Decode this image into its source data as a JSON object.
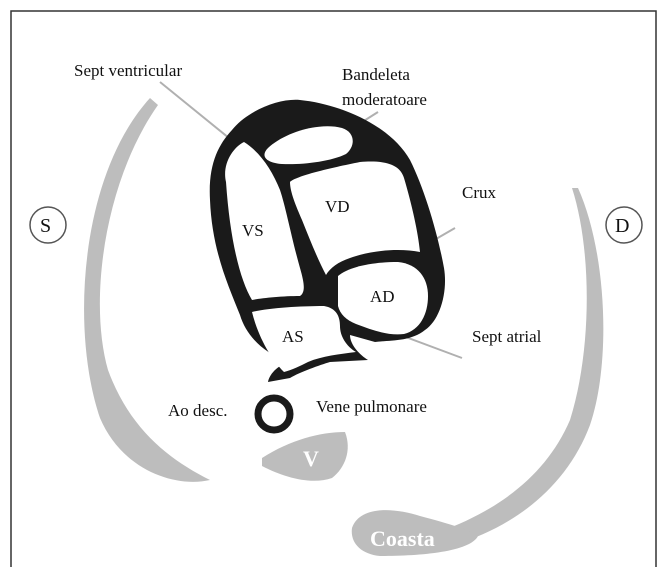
{
  "labels": {
    "sept_ventricular": "Sept ventricular",
    "bandeleta_line1": "Bandeleta",
    "bandeleta_line2": "moderatoare",
    "crux": "Crux",
    "sept_atrial": "Sept atrial",
    "vene_pulmonare": "Vene pulmonare",
    "ao_desc": "Ao desc."
  },
  "chambers": {
    "vs": "VS",
    "vd": "VD",
    "as": "AS",
    "ad": "AD"
  },
  "orientation": {
    "left": "S",
    "right": "D"
  },
  "structures": {
    "vertebra": "V",
    "rib": "Coasta"
  },
  "colors": {
    "muscle": "#1a1a1a",
    "bone": "#bdbdbd",
    "pointer": "#b0b0b0",
    "frame": "#333333"
  }
}
